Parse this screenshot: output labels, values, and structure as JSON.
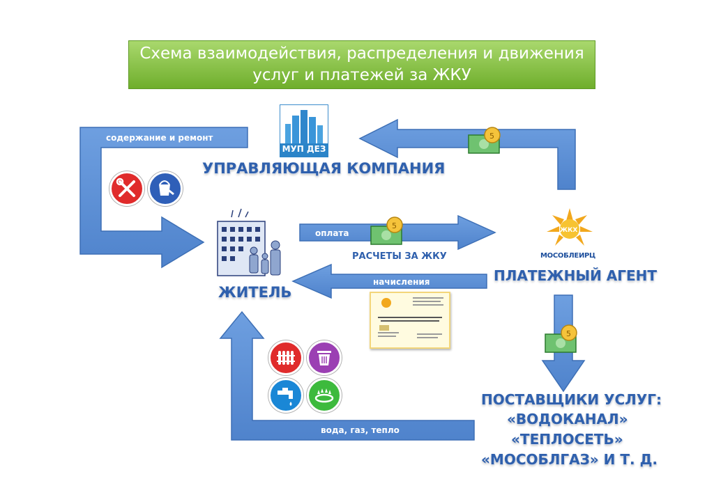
{
  "title": {
    "line1": "Схема взаимодействия, распределения и движения",
    "line2": "услуг и платежей за ЖКУ"
  },
  "arrows": {
    "maintenance": "содержание и ремонт",
    "payment": "оплата",
    "charges": "начисления",
    "utilities": "вода, газ, тепло"
  },
  "nodes": {
    "management_logo": "МУП ДЕЗ",
    "management": "УПРАВЛЯЮЩАЯ КОМПАНИЯ",
    "resident": "ЖИТЕЛЬ",
    "settlements": "РАСЧЕТЫ ЗА ЖКУ",
    "agent_logo_inner": "ЖКХ",
    "agent_logo": "МОСОБЛЕИРЦ",
    "agent": "ПЛАТЕЖНЫЙ АГЕНТ",
    "suppliers": {
      "line1": "ПОСТАВЩИКИ УСЛУГ:",
      "line2": "«ВОДОКАНАЛ»",
      "line3": "«ТЕПЛОСЕТЬ»",
      "line4": "«МОСОБЛГАЗ» И Т. Д."
    }
  },
  "icons": {
    "maintenance": [
      "repair-tools-icon",
      "paint-bucket-icon"
    ],
    "utilities": [
      "radiator-icon",
      "trash-bin-icon",
      "water-tap-icon",
      "gas-burner-icon"
    ],
    "money": "banknote-coin-icon"
  },
  "colors": {
    "arrow": "#5a8ed6",
    "arrow_border": "#3d6fb5",
    "title_bg": "#8bc34a",
    "text_blue": "#2f60ad",
    "red_icon": "#e02b2b",
    "blue_icon": "#2f5fb8",
    "purple_icon": "#9b3fb3",
    "teal_icon": "#1a87d6",
    "green_icon": "#3dba3d"
  }
}
